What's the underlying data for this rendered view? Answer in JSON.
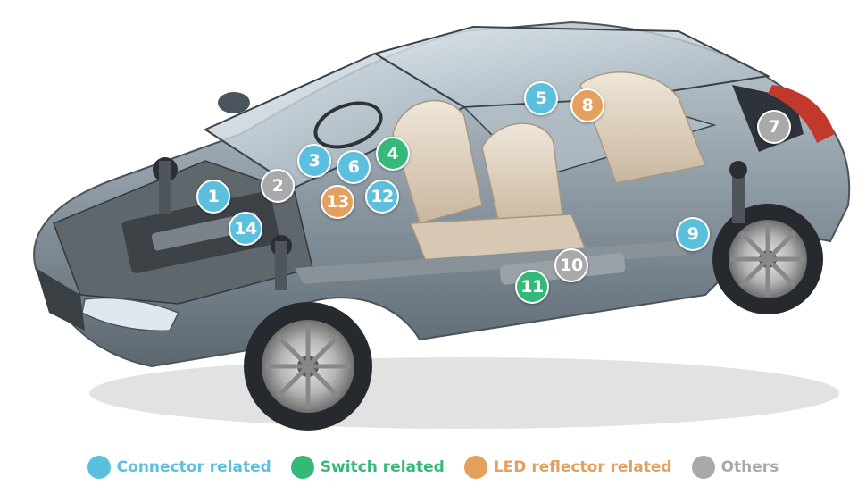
{
  "colors": {
    "connector": "#5bc0de",
    "switch": "#35b979",
    "led": "#e3a05f",
    "others": "#a9a9a9"
  },
  "markers": [
    {
      "num": "1",
      "cat": "connector"
    },
    {
      "num": "2",
      "cat": "others"
    },
    {
      "num": "3",
      "cat": "connector"
    },
    {
      "num": "4",
      "cat": "switch"
    },
    {
      "num": "5",
      "cat": "connector"
    },
    {
      "num": "6",
      "cat": "connector"
    },
    {
      "num": "7",
      "cat": "others"
    },
    {
      "num": "8",
      "cat": "led"
    },
    {
      "num": "9",
      "cat": "connector"
    },
    {
      "num": "10",
      "cat": "others"
    },
    {
      "num": "11",
      "cat": "switch"
    },
    {
      "num": "12",
      "cat": "connector"
    },
    {
      "num": "13",
      "cat": "led"
    },
    {
      "num": "14",
      "cat": "connector"
    }
  ],
  "legend": [
    {
      "label": "Connector related",
      "cat": "connector"
    },
    {
      "label": "Switch related",
      "cat": "switch"
    },
    {
      "label": "LED reflector related",
      "cat": "led"
    },
    {
      "label": "Others",
      "cat": "others"
    }
  ]
}
